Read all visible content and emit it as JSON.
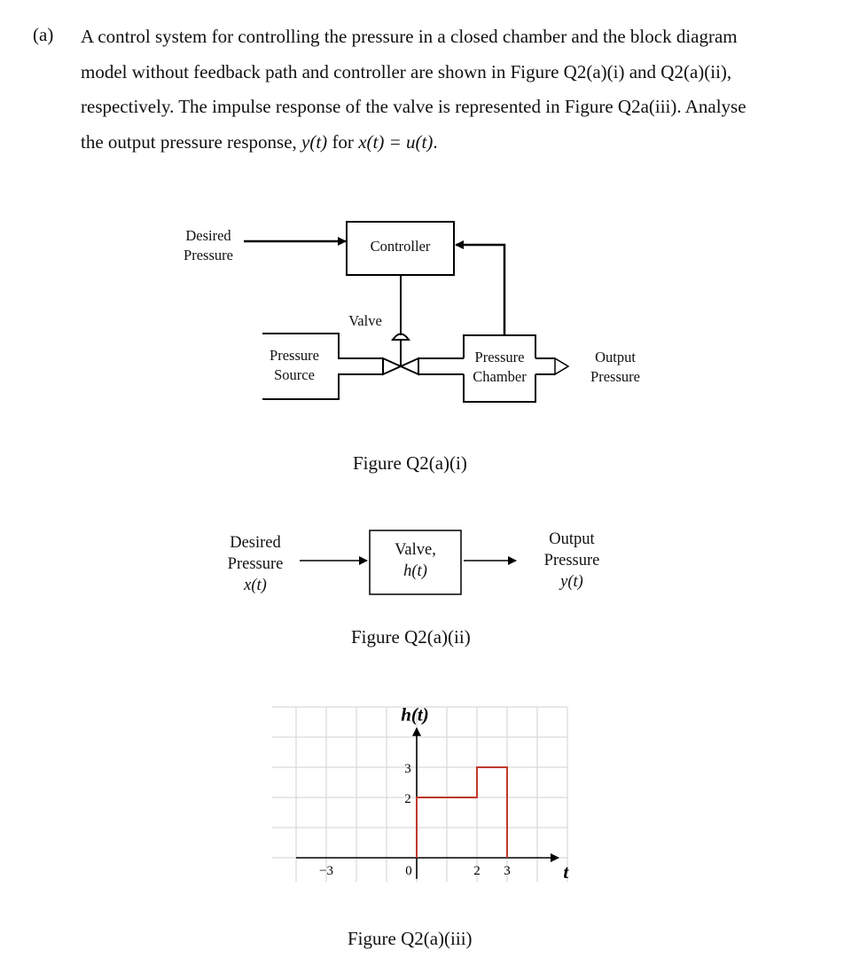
{
  "question": {
    "label": "(a)",
    "lines": [
      "A control system for controlling the pressure in a closed chamber and the block diagram",
      "model without feedback path and controller are shown in Figure Q2(a)(i) and Q2(a)(ii),",
      "respectively. The impulse response of the valve is represented in Figure Q2a(iii). Analyse"
    ],
    "line4_prefix": "the output pressure response, ",
    "line4_math1": "y(t)",
    "line4_mid": " for ",
    "line4_math2": "x(t) = u(t)",
    "line4_suffix": "."
  },
  "figure1": {
    "desired_line1": "Desired",
    "desired_line2": "Pressure",
    "controller": "Controller",
    "valve": "Valve",
    "source_line1": "Pressure",
    "source_line2": "Source",
    "chamber_line1": "Pressure",
    "chamber_line2": "Chamber",
    "output_line1": "Output",
    "output_line2": "Pressure",
    "caption": "Figure Q2(a)(i)"
  },
  "figure2": {
    "input_line1": "Desired",
    "input_line2": "Pressure",
    "input_line3": "x(t)",
    "block_line1": "Valve,",
    "block_line2": "h(t)",
    "output_line1": "Output",
    "output_line2": "Pressure",
    "output_line3": "y(t)",
    "caption": "Figure Q2(a)(ii)"
  },
  "figure3": {
    "caption": "Figure Q2(a)(iii)",
    "colors": {
      "signal": "#c0392b",
      "grid": "#d9d9d9",
      "axis": "#000000"
    }
  },
  "chart_data": {
    "type": "line",
    "title": "",
    "ylabel": "h(t)",
    "xlabel": "t",
    "xlim": [
      -4.8,
      5
    ],
    "ylim": [
      -0.8,
      5
    ],
    "x_ticks": [
      "-3",
      "0",
      "2",
      "3"
    ],
    "y_ticks": [
      "2",
      "3"
    ],
    "series": [
      {
        "x": [
          0,
          0,
          2,
          2,
          3,
          3
        ],
        "y": [
          0,
          2,
          2,
          3,
          3,
          0
        ]
      }
    ],
    "grid": true
  }
}
